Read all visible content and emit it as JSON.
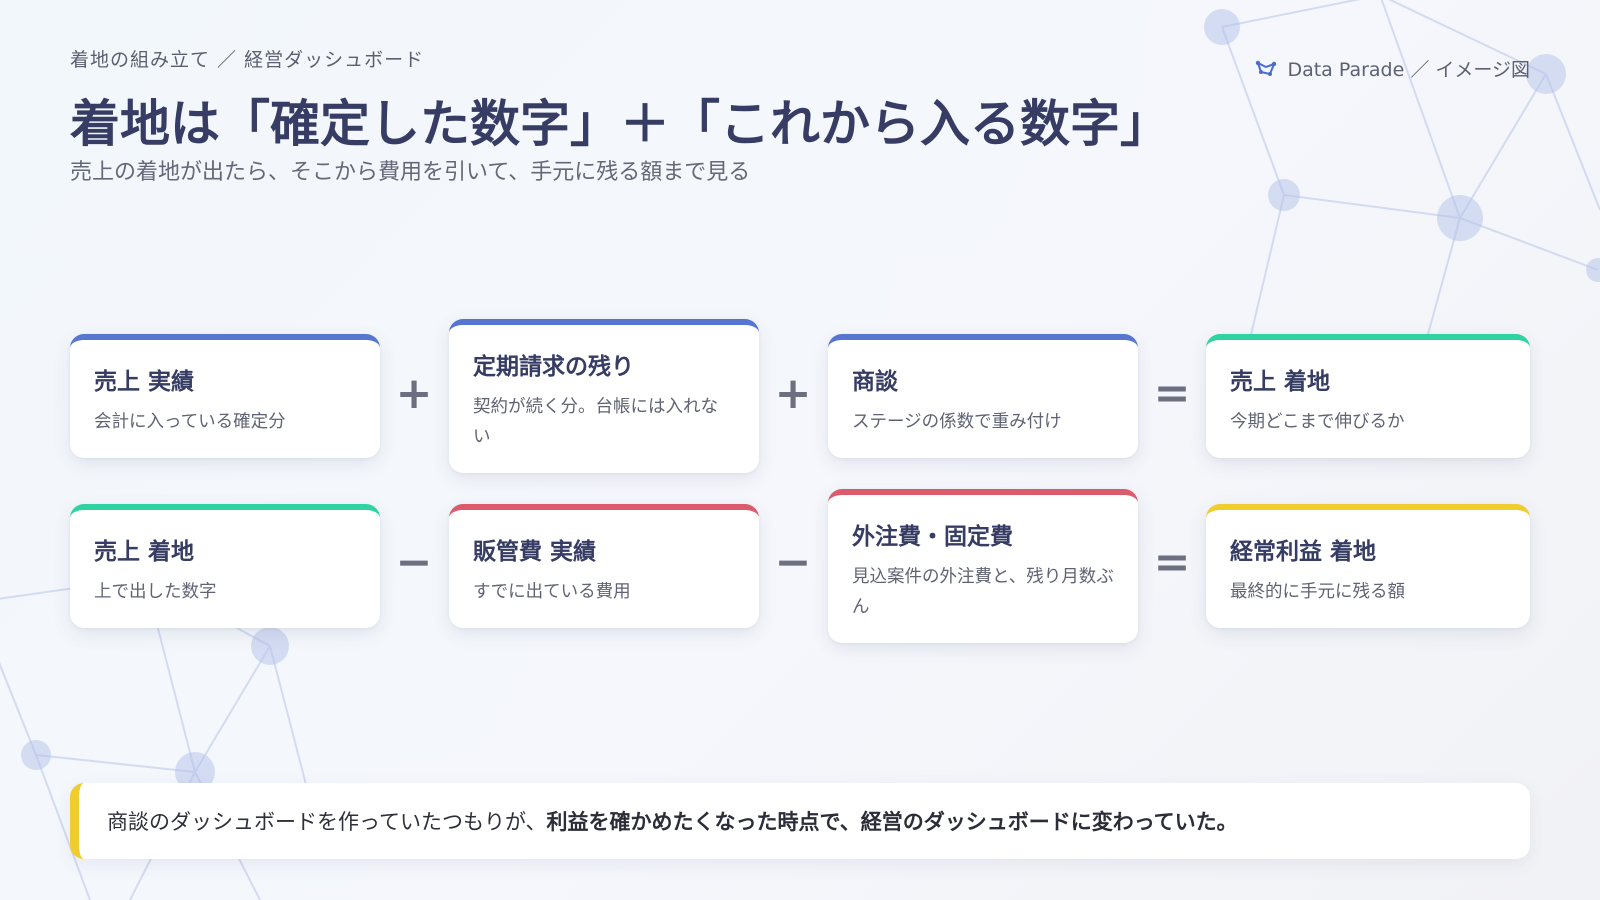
{
  "breadcrumb": "着地の組み立て ／ 経営ダッシュボード",
  "brand": {
    "label": "Data Parade ／ イメージ図",
    "icon": "constellation-icon"
  },
  "title": "着地は「確定した数字」＋「これから入る数字」",
  "subtitle": "売上の着地が出たら、そこから費用を引いて、手元に残る額まで見る",
  "colors": {
    "title": "#363c63",
    "blue": "#5776d0",
    "green": "#2fd3a1",
    "red": "#dc5a6c",
    "yellow": "#f0cd2c",
    "network": "#b4c2ea"
  },
  "equations": [
    {
      "cards": [
        {
          "title": "売上 実績",
          "desc": "会計に入っている確定分",
          "color": "blue"
        },
        {
          "title": "定期請求の残り",
          "desc": "契約が続く分。台帳には入れない",
          "color": "blue"
        },
        {
          "title": "商談",
          "desc": "ステージの係数で重み付け",
          "color": "blue"
        },
        {
          "title": "売上 着地",
          "desc": "今期どこまで伸びるか",
          "color": "green"
        }
      ],
      "operators": [
        "+",
        "+",
        "="
      ]
    },
    {
      "cards": [
        {
          "title": "売上 着地",
          "desc": "上で出した数字",
          "color": "green"
        },
        {
          "title": "販管費 実績",
          "desc": "すでに出ている費用",
          "color": "red"
        },
        {
          "title": "外注費・固定費",
          "desc": "見込案件の外注費と、残り月数ぶん",
          "color": "red"
        },
        {
          "title": "経常利益 着地",
          "desc": "最終的に手元に残る額",
          "color": "yellow"
        }
      ],
      "operators": [
        "−",
        "−",
        "="
      ]
    }
  ],
  "note": {
    "lead": "商談のダッシュボードを作っていたつもりが、",
    "emphasis": "利益を確かめたくなった時点で、経営のダッシュボードに変わっていた。"
  }
}
